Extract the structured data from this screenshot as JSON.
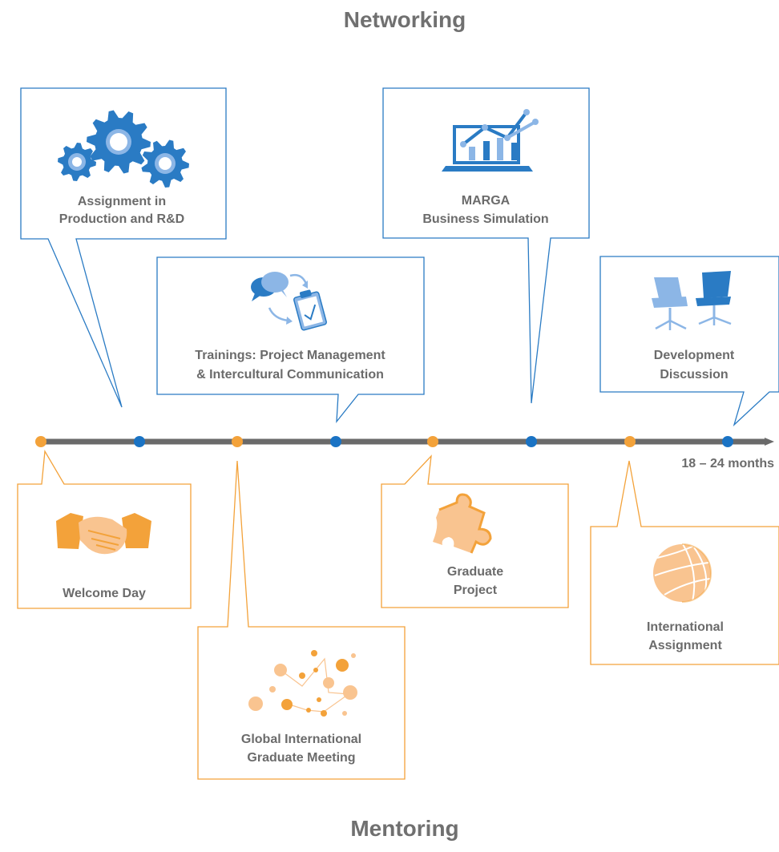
{
  "top_heading": "Networking",
  "bottom_heading": "Mentoring",
  "duration_label": "18 – 24 months",
  "colors": {
    "blue": "#1a73c4",
    "orange": "#f3a23a",
    "axis": "#6a6a6a",
    "text": "#6b6b6b"
  },
  "timeline_dots": [
    "orange",
    "blue",
    "orange",
    "blue",
    "orange",
    "blue",
    "orange",
    "blue"
  ],
  "milestones": {
    "production_rd": {
      "line1": "Assignment in",
      "line2": "Production and R&D",
      "icon": "gears-icon"
    },
    "trainings": {
      "line1": "Trainings: Project Management",
      "line2": "& Intercultural Communication",
      "icon": "chat-clipboard-icon"
    },
    "marga": {
      "line1": "MARGA",
      "line2": "Business Simulation",
      "icon": "laptop-chart-icon"
    },
    "development": {
      "line1": "Development",
      "line2": "Discussion",
      "icon": "office-chairs-icon"
    },
    "welcome": {
      "line1": "Welcome Day",
      "icon": "handshake-icon"
    },
    "global_meeting": {
      "line1": "Global International",
      "line2": "Graduate Meeting",
      "icon": "network-dots-icon"
    },
    "graduate_project": {
      "line1": "Graduate",
      "line2": "Project",
      "icon": "puzzle-icon"
    },
    "international": {
      "line1": "International",
      "line2": "Assignment",
      "icon": "globe-icon"
    }
  }
}
